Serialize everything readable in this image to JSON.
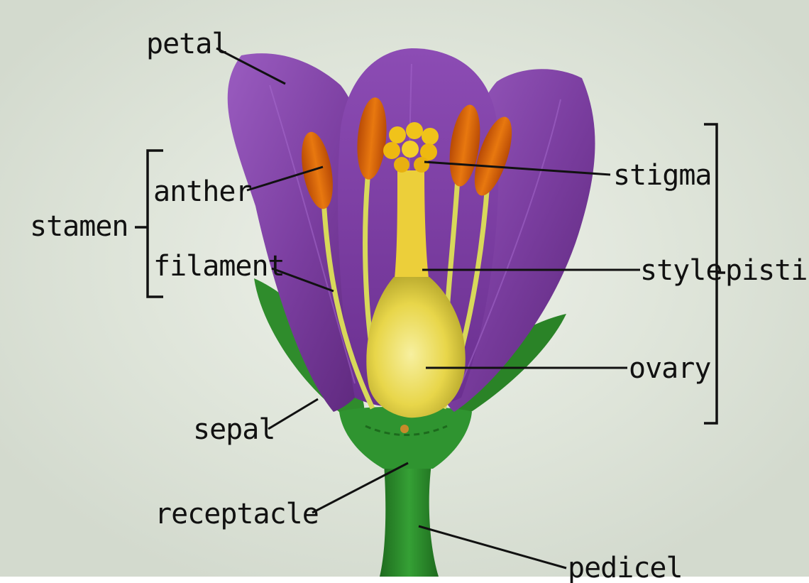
{
  "labels": {
    "petal": "petal",
    "anther": "anther",
    "stamen": "stamen",
    "filament": "filament",
    "sepal": "sepal",
    "receptacle": "receptacle",
    "pedicel": "pedicel",
    "stigma": "stigma",
    "style": "style",
    "pistil": "pistil",
    "ovary": "ovary"
  },
  "colors": {
    "background": "#d5dcd0",
    "petal": "#7a3d9c",
    "anther": "#d9640a",
    "pistil": "#f2d640",
    "sepal": "#2e8a2a"
  }
}
